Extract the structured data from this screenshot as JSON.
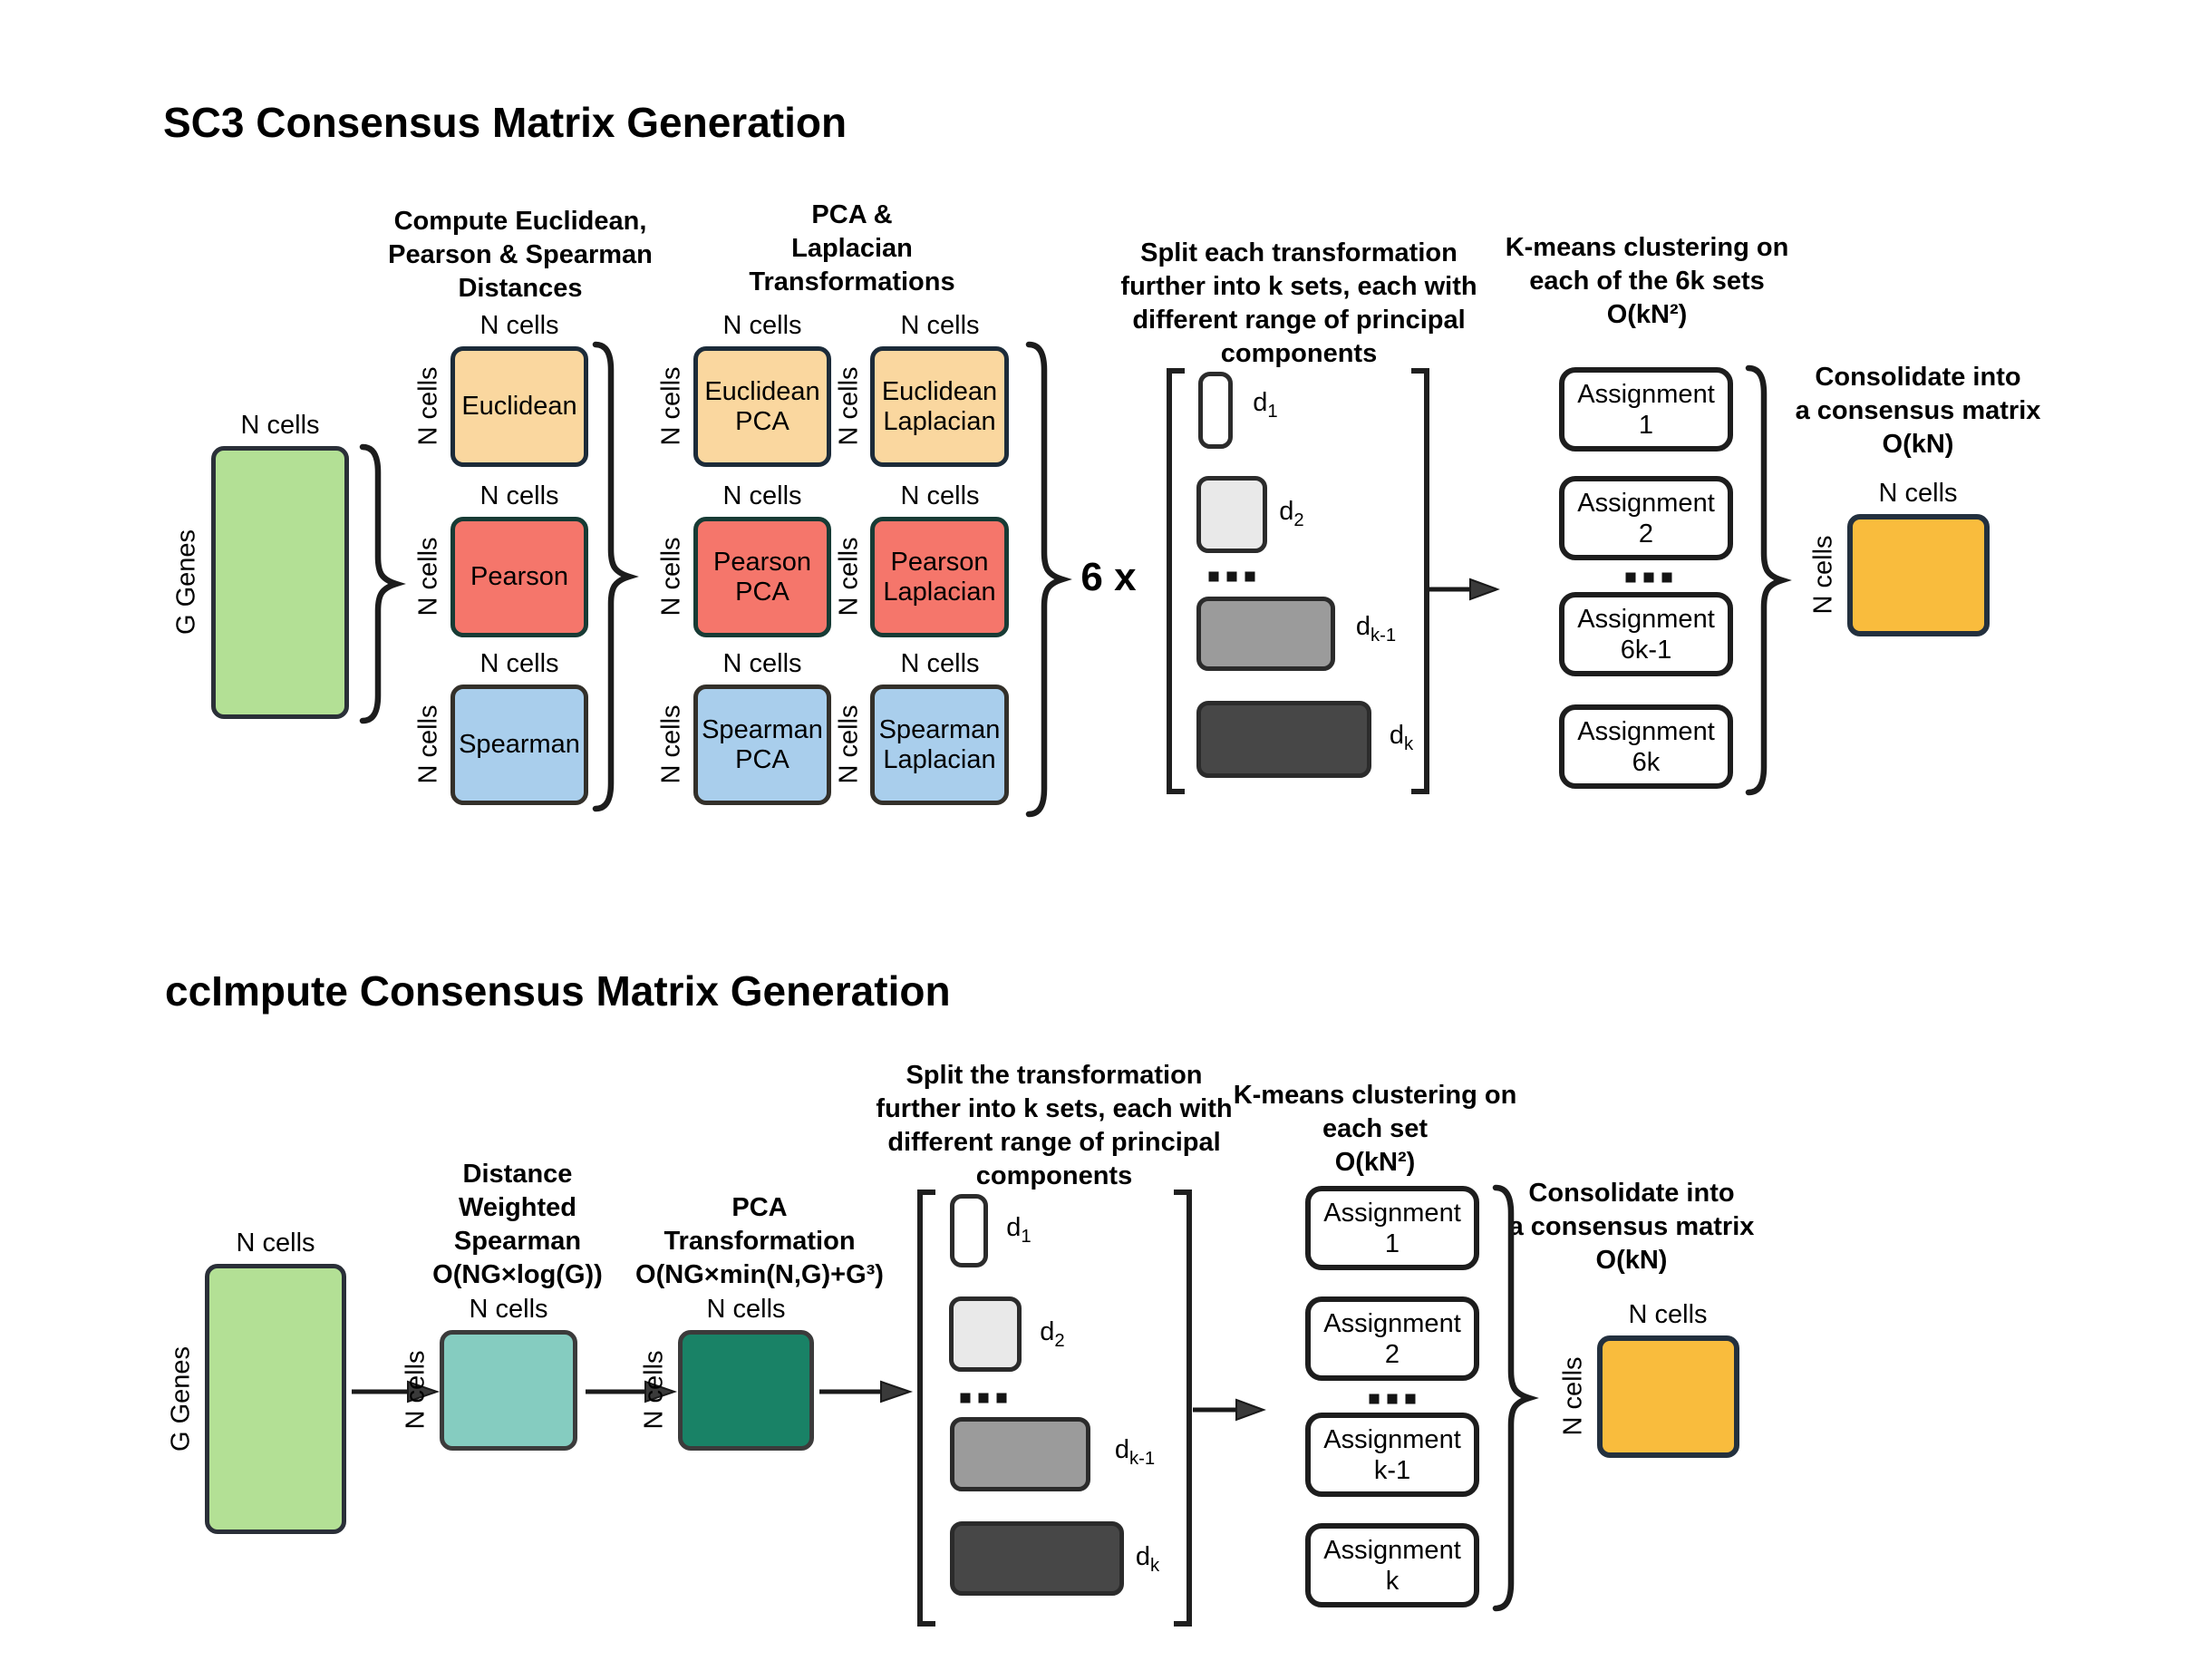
{
  "colors": {
    "input_green": "#B3E095",
    "distance_tan": "#FAD79F",
    "distance_salmon": "#F5766B",
    "distance_blue": "#A9CEEC",
    "consensus_yellow": "#F9BC3D",
    "weighted_teal": "#85CCC0",
    "pca_dark_green": "#198266",
    "d1_white": "#FFFFFF",
    "d2_light_gray": "#E9E9E9",
    "dk1_gray": "#9B9B9B",
    "dk_dark_gray": "#474747"
  },
  "sc3": {
    "title": "SC3 Consensus Matrix Generation",
    "headings": {
      "distances": "Compute Euclidean,\nPearson & Spearman\nDistances",
      "transforms": "PCA &\nLaplacian\nTransformations",
      "split": "Split each transformation\nfurther into k sets, each with\ndifferent range of principal\ncomponents",
      "kmeans": "K-means clustering on\neach of the 6k sets\nO(kN²)",
      "consolidate": "Consolidate into\na consensus matrix\nO(kN)"
    },
    "multiplier": "6 x",
    "ellipsis": "...",
    "input_matrix": {
      "top_label": "N cells",
      "side_label": "G Genes"
    },
    "distance_matrices": [
      {
        "label": "Euclidean",
        "top_label": "N cells",
        "side_label": "N cells"
      },
      {
        "label": "Pearson",
        "top_label": "N cells",
        "side_label": "N cells"
      },
      {
        "label": "Spearman",
        "top_label": "N cells",
        "side_label": "N cells"
      }
    ],
    "transform_matrices": [
      {
        "label": "Euclidean\nPCA",
        "top_label": "N cells",
        "side_label": "N cells"
      },
      {
        "label": "Euclidean\nLaplacian",
        "top_label": "N cells",
        "side_label": "N cells"
      },
      {
        "label": "Pearson\nPCA",
        "top_label": "N cells",
        "side_label": "N cells"
      },
      {
        "label": "Pearson\nLaplacian",
        "top_label": "N cells",
        "side_label": "N cells"
      },
      {
        "label": "Spearman\nPCA",
        "top_label": "N cells",
        "side_label": "N cells"
      },
      {
        "label": "Spearman\nLaplacian",
        "top_label": "N cells",
        "side_label": "N cells"
      }
    ],
    "d_boxes": [
      {
        "main": "d",
        "sub": "1"
      },
      {
        "main": "d",
        "sub": "2"
      },
      {
        "main": "d",
        "sub": "k-1"
      },
      {
        "main": "d",
        "sub": "k"
      }
    ],
    "assignments": [
      "Assignment\n1",
      "Assignment\n2",
      "Assignment\n6k-1",
      "Assignment\n6k"
    ],
    "consensus_matrix": {
      "top_label": "N cells",
      "side_label": "N cells"
    }
  },
  "ccimpute": {
    "title": "ccImpute Consensus Matrix Generation",
    "headings": {
      "weighted": "Distance\nWeighted\nSpearman\nO(NG×log(G))",
      "pca": "PCA\nTransformation\nO(NG×min(N,G)+G³)",
      "split": "Split the transformation\nfurther into k sets, each with\ndifferent range of principal\ncomponents",
      "kmeans": "K-means clustering on\neach set\nO(kN²)",
      "consolidate": "Consolidate into\na consensus matrix\nO(kN)"
    },
    "ellipsis": "...",
    "input_matrix": {
      "top_label": "N cells",
      "side_label": "G Genes"
    },
    "weighted_matrix": {
      "top_label": "N cells",
      "side_label": "N cells"
    },
    "pca_matrix": {
      "top_label": "N cells",
      "side_label": "N cells"
    },
    "d_boxes": [
      {
        "main": "d",
        "sub": "1"
      },
      {
        "main": "d",
        "sub": "2"
      },
      {
        "main": "d",
        "sub": "k-1"
      },
      {
        "main": "d",
        "sub": "k"
      }
    ],
    "assignments": [
      "Assignment\n1",
      "Assignment\n2",
      "Assignment\nk-1",
      "Assignment\nk"
    ],
    "consensus_matrix": {
      "top_label": "N cells",
      "side_label": "N cells"
    }
  }
}
